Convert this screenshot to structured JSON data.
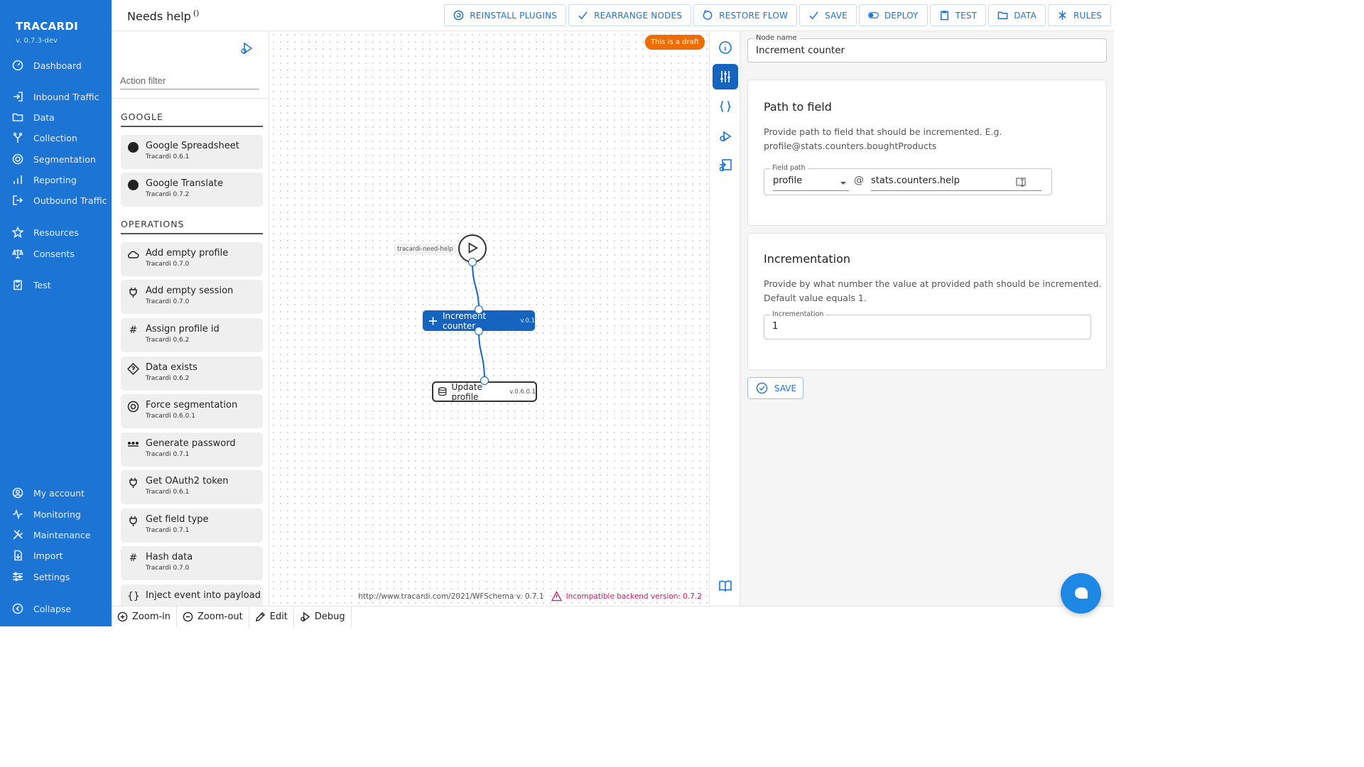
{
  "app": {
    "name": "TRACARDI",
    "version": "v. 0.7.3-dev"
  },
  "sidebar": {
    "items": [
      {
        "label": "Dashboard",
        "icon": "dashboard-icon"
      },
      {
        "label": "Inbound Traffic",
        "icon": "inbound-icon"
      },
      {
        "label": "Data",
        "icon": "folder-icon"
      },
      {
        "label": "Collection",
        "icon": "collection-icon"
      },
      {
        "label": "Segmentation",
        "icon": "segmentation-icon"
      },
      {
        "label": "Reporting",
        "icon": "chart-icon"
      },
      {
        "label": "Outbound Traffic",
        "icon": "outbound-icon"
      },
      {
        "label": "Resources",
        "icon": "star-icon"
      },
      {
        "label": "Consents",
        "icon": "scale-icon"
      },
      {
        "label": "Test",
        "icon": "clipboard-icon"
      },
      {
        "label": "My account",
        "icon": "account-icon"
      },
      {
        "label": "Monitoring",
        "icon": "pulse-icon"
      },
      {
        "label": "Maintenance",
        "icon": "tools-icon"
      },
      {
        "label": "Import",
        "icon": "import-icon"
      },
      {
        "label": "Settings",
        "icon": "sliders-icon"
      },
      {
        "label": "Collapse",
        "icon": "collapse-icon"
      }
    ]
  },
  "header": {
    "title": "Needs help",
    "title_sup": "()",
    "toolbar": [
      "REINSTALL PLUGINS",
      "REARRANGE NODES",
      "RESTORE FLOW",
      "SAVE",
      "DEPLOY",
      "TEST",
      "DATA",
      "RULES"
    ]
  },
  "actions": {
    "filter_placeholder": "Action filter",
    "groups": [
      {
        "name": "GOOGLE",
        "plugins": [
          {
            "name": "Google Spreadsheet",
            "version": "Tracardi 0.6.1",
            "icon": "google-icon"
          },
          {
            "name": "Google Translate",
            "version": "Tracardi 0.7.2",
            "icon": "google-icon"
          }
        ]
      },
      {
        "name": "OPERATIONS",
        "plugins": [
          {
            "name": "Add empty profile",
            "version": "Tracardi 0.7.0",
            "icon": "cloud-icon"
          },
          {
            "name": "Add empty session",
            "version": "Tracardi 0.7.0",
            "icon": "plug-icon"
          },
          {
            "name": "Assign profile id",
            "version": "Tracardi 0.6.2",
            "icon": "hash-icon"
          },
          {
            "name": "Data exists",
            "version": "Tracardi 0.6.2",
            "icon": "diamond-question-icon"
          },
          {
            "name": "Force segmentation",
            "version": "Tracardi 0.6.0.1",
            "icon": "segmentation-icon"
          },
          {
            "name": "Generate password",
            "version": "Tracardi 0.7.1",
            "icon": "password-icon"
          },
          {
            "name": "Get OAuth2 token",
            "version": "Tracardi 0.6.1",
            "icon": "plug-icon"
          },
          {
            "name": "Get field type",
            "version": "Tracardi 0.7.1",
            "icon": "plug-icon"
          },
          {
            "name": "Hash data",
            "version": "Tracardi 0.7.0",
            "icon": "hash-icon"
          },
          {
            "name": "Inject event into payload",
            "version": "",
            "icon": "braces-icon"
          }
        ]
      }
    ]
  },
  "canvas": {
    "draft_badge": "This is a draft",
    "start_label": "tracardi-need-help",
    "nodes": {
      "increment": {
        "label": "Increment counter",
        "version": "v.0.1"
      },
      "update": {
        "label": "Update profile",
        "version": "v.0.6.0.1"
      }
    },
    "schema": "http://www.tracardi.com/2021/WFSchema v. 0.7.1",
    "warning": "Incompatible backend version: 0.7.2"
  },
  "bottombar": [
    "Zoom-in",
    "Zoom-out",
    "Edit",
    "Debug"
  ],
  "details": {
    "node_name_label": "Node name",
    "node_name": "Increment counter",
    "path_card": {
      "title": "Path to field",
      "description_1": "Provide path to field that should be incremented. E.g.",
      "description_2": "profile@stats.counters.boughtProducts",
      "field_label": "Field path",
      "source": "profile",
      "at": "@",
      "path": "stats.counters.help"
    },
    "inc_card": {
      "title": "Incrementation",
      "description_1": "Provide by what number the value at provided path should be incremented.",
      "description_2": "Default value equals 1.",
      "field_label": "Incrementation",
      "value": "1"
    },
    "save_label": "SAVE"
  },
  "colors": {
    "sidebar": "#1c74d5",
    "node_active": "#1565c0",
    "draft": "#ef6c00",
    "warning": "#d81b60"
  }
}
